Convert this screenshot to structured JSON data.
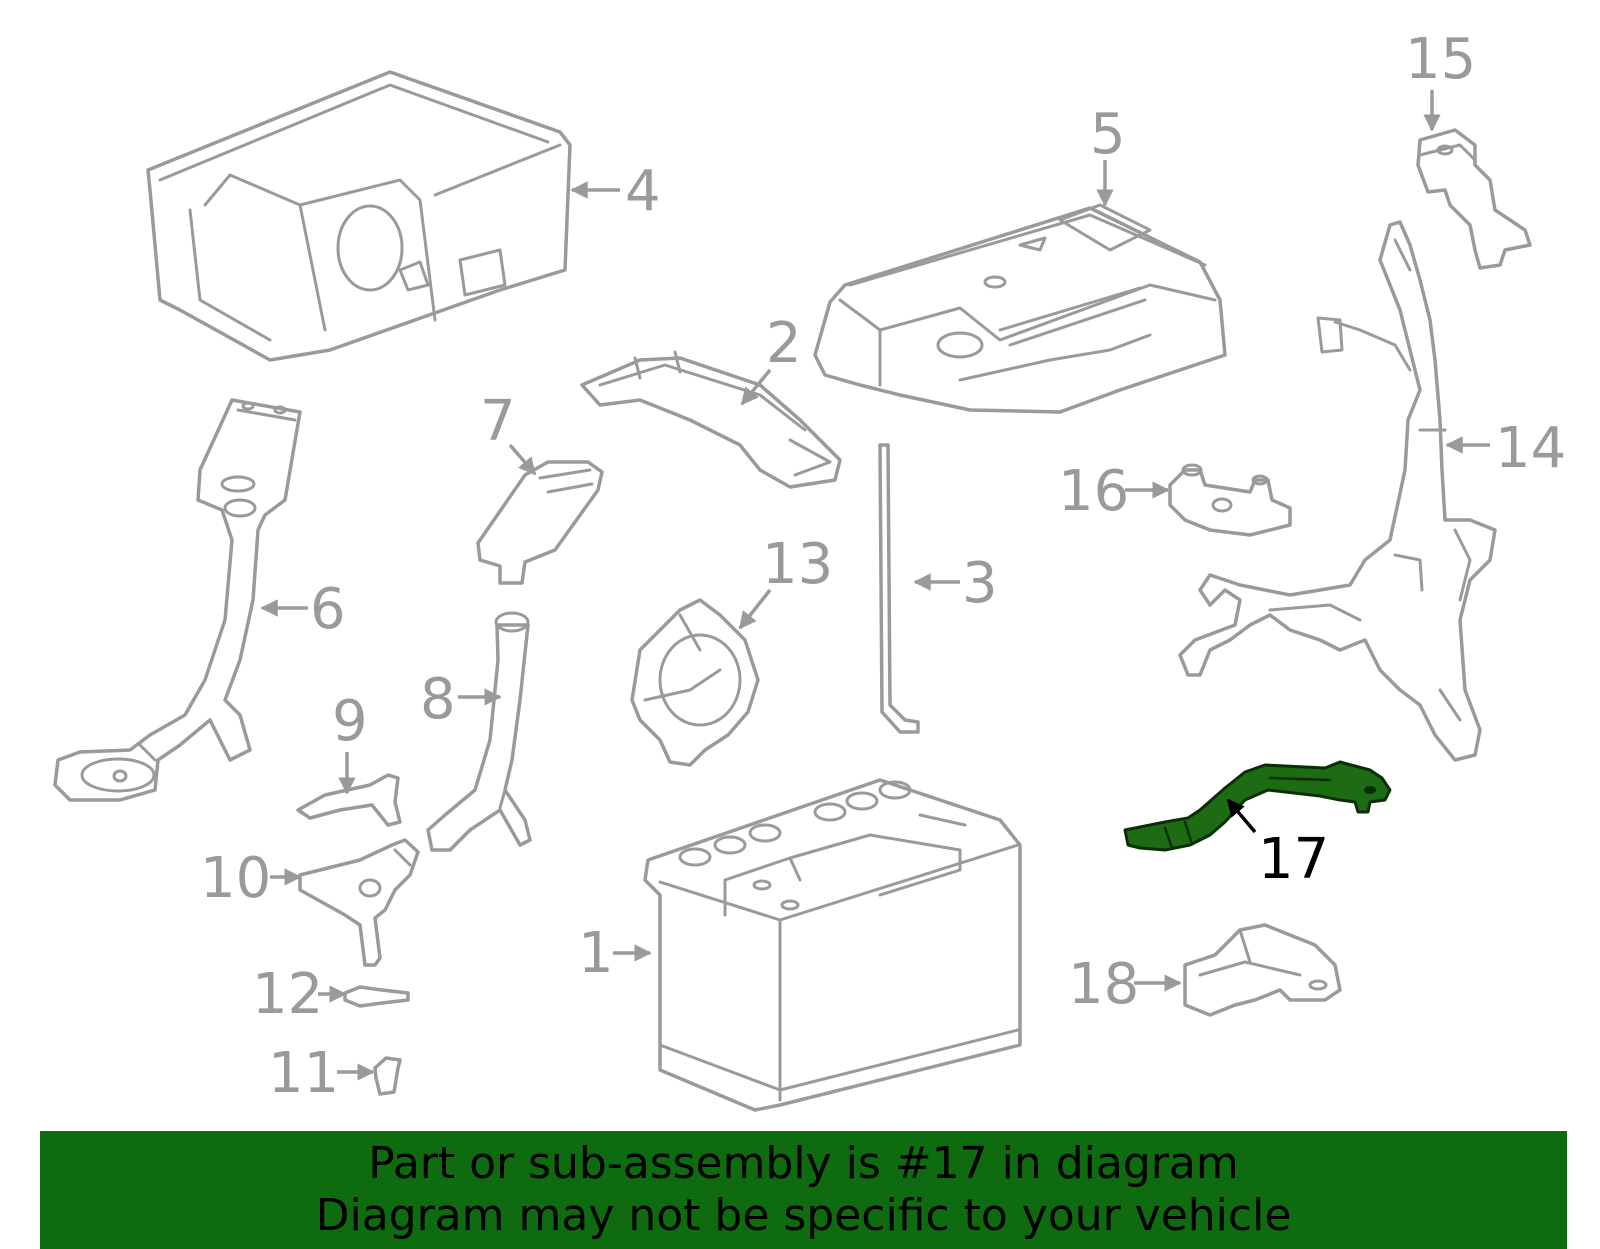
{
  "diagram": {
    "highlight_color": "#1d6b12",
    "outline_color": "#9a9a9a",
    "parts": [
      {
        "id": "1",
        "label": "1"
      },
      {
        "id": "2",
        "label": "2"
      },
      {
        "id": "3",
        "label": "3"
      },
      {
        "id": "4",
        "label": "4"
      },
      {
        "id": "5",
        "label": "5"
      },
      {
        "id": "6",
        "label": "6"
      },
      {
        "id": "7",
        "label": "7"
      },
      {
        "id": "8",
        "label": "8"
      },
      {
        "id": "9",
        "label": "9"
      },
      {
        "id": "10",
        "label": "10"
      },
      {
        "id": "11",
        "label": "11"
      },
      {
        "id": "12",
        "label": "12"
      },
      {
        "id": "13",
        "label": "13"
      },
      {
        "id": "14",
        "label": "14"
      },
      {
        "id": "15",
        "label": "15"
      },
      {
        "id": "16",
        "label": "16"
      },
      {
        "id": "17",
        "label": "17",
        "highlighted": true
      },
      {
        "id": "18",
        "label": "18"
      }
    ]
  },
  "footer": {
    "line1": "Part or sub-assembly is #17 in diagram",
    "line2": "Diagram may not be specific to your vehicle",
    "background": "#0f6b0f"
  }
}
